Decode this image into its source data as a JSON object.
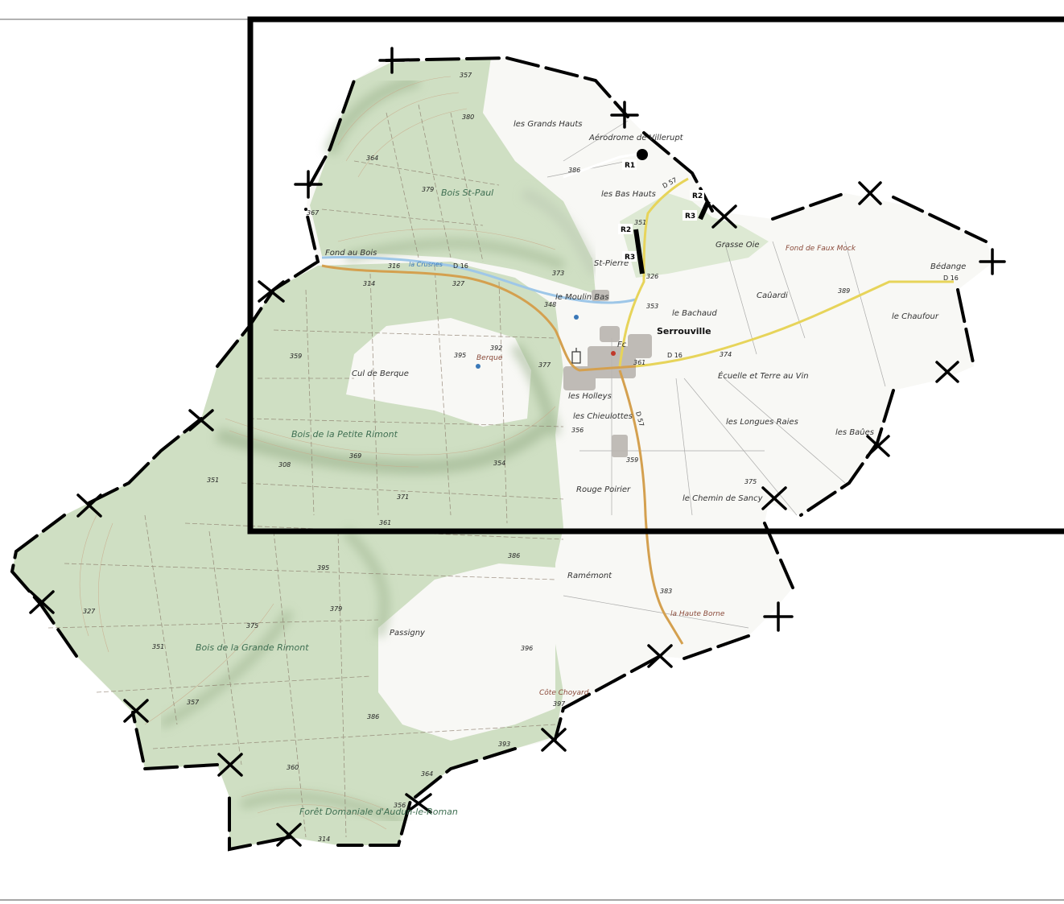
{
  "places": {
    "les_grands_hauts": "les Grands Hauts",
    "aerodrome": "Aérodrome de Villerupt",
    "les_bas_hauts": "les Bas Hauts",
    "bois_st_paul": "Bois St-Paul",
    "grasse_oie": "Grasse Oie",
    "fond_de_faux_mock": "Fond de Faux Mock",
    "bedange": "Bédange",
    "st_pierre": "St-Pierre",
    "le_moulin_bas": "le Moulin Bas",
    "caouardi": "Caûardi",
    "le_bachaud": "le Bachaud",
    "serrouville": "Serrouville",
    "le_chaufour": "le Chaufour",
    "cul_de_berque": "Cul de Berque",
    "berque": "Berque",
    "les_holleys": "les Holleys",
    "ecuelle": "Écuelle et Terre au Vin",
    "les_chieulottes": "les Chieulottes",
    "les_longues_raies": "les Longues Raies",
    "les_baues": "les Baûes",
    "bois_petite_rimont": "Bois de la Petite Rimont",
    "rouge_poirier": "Rouge Poirier",
    "le_chemin_de_sancy": "le Chemin de Sancy",
    "ramemont": "Ramémont",
    "la_haute_borne": "la Haute Borne",
    "passigny": "Passigny",
    "bois_grande_rimont": "Bois de la Grande Rimont",
    "cote_choyard": "Côte Choyard",
    "foret_domaniale": "Forêt Domaniale d'Audun-le-Roman",
    "fond_au_bois": "Fond au Bois",
    "la_crusnes": "la Crusnes",
    "fc": "Fc"
  },
  "roads": {
    "d57_north": "D 57",
    "d16_west": "D 16",
    "d16_east": "D 16",
    "d16_far_east": "D 16",
    "d57_south": "D 57"
  },
  "repere_tags": {
    "r1": "R1",
    "r2_east": "R2",
    "r3_east": "R3",
    "r2_west": "R2",
    "r3_west": "R3"
  },
  "elevations": {
    "e380": "380",
    "e386": "386",
    "e364": "364",
    "e379": "379",
    "e367": "367",
    "e351": "351",
    "e316": "316",
    "e314": "314",
    "e327": "327",
    "e373": "373",
    "e326": "326",
    "e348": "348",
    "e353": "353",
    "e389": "389",
    "e359": "359",
    "e392": "392",
    "e395": "395",
    "e377": "377",
    "e361": "361",
    "e374": "374",
    "e356": "356",
    "e308": "308",
    "e369": "369",
    "e354": "354",
    "e359b": "359",
    "e375": "375",
    "e371": "371",
    "e361b": "361",
    "e351b": "351",
    "e395b": "395",
    "e386b": "386",
    "e379b": "379",
    "e383": "383",
    "e327b": "327",
    "e375b": "375",
    "e351c": "351",
    "e396": "396",
    "e357": "357",
    "e397": "397",
    "e386c": "386",
    "e393": "393",
    "e360": "360",
    "e364b": "364",
    "e356b": "356",
    "e314b": "314",
    "e357b": "357"
  },
  "colors": {
    "forest": "#cfdfc3",
    "field": "#f8f8f5",
    "road_yellow": "#e7d45a",
    "road_orange": "#d4a04f",
    "river": "#9ec7e8",
    "boundary": "#000000",
    "frame": "#000000"
  },
  "icons": [
    "boundary-cross-icon",
    "church-icon",
    "water-point-icon"
  ]
}
